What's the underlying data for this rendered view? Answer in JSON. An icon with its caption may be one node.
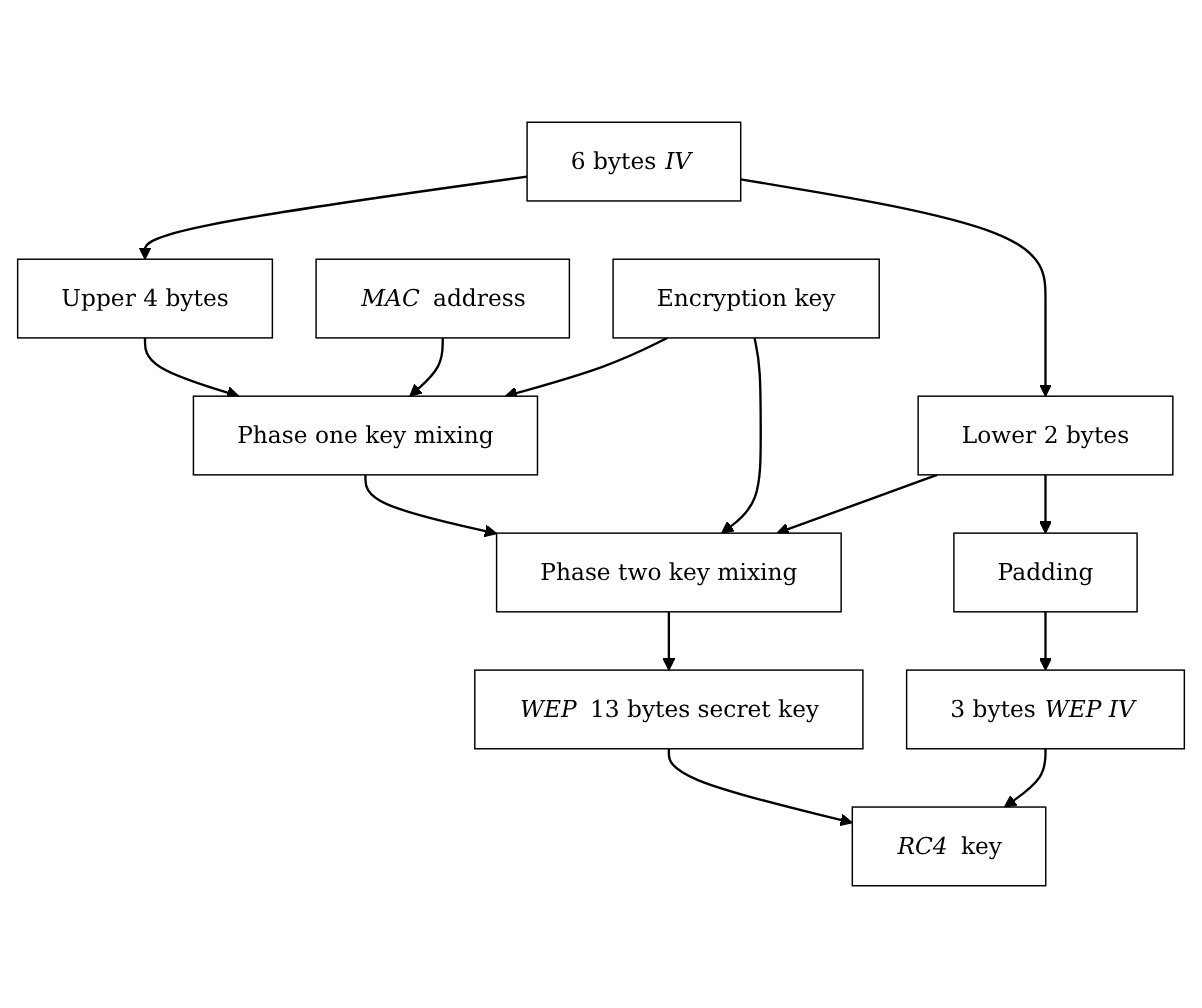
{
  "diagram": {
    "nodes": [
      {
        "text": [
          "6 bytes *IV*"
        ]
      },
      {
        "text": [
          "Upper 4 bytes"
        ]
      },
      {
        "text": [
          "Lower 2 bytes"
        ]
      },
      {
        "text": [
          "*MAC* address"
        ]
      },
      {
        "text": [
          "Encryption key"
        ]
      },
      {
        "text": [
          "Phase one key mixing"
        ]
      },
      {
        "text": [
          "Phase two key mixing"
        ]
      },
      {
        "text": [
          "Padding"
        ]
      },
      {
        "text": [
          "*WEP* 13 bytes secret key"
        ]
      },
      {
        "text": [
          "3 bytes *WEP IV*"
        ]
      },
      {
        "text": [
          "*RC4* key"
        ]
      }
    ],
    "edges": [
      {
        "from": 0,
        "to": 1,
        "arrow": "to"
      },
      {
        "from": 0,
        "to": 2,
        "arrow": "to"
      },
      {
        "from": 1,
        "to": 5,
        "arrow": "to"
      },
      {
        "from": 3,
        "to": 5,
        "arrow": "to"
      },
      {
        "from": 4,
        "to": 5,
        "arrow": "to"
      },
      {
        "from": 4,
        "to": 6,
        "arrow": "to"
      },
      {
        "from": 2,
        "to": 6,
        "arrow": "to"
      },
      {
        "from": 5,
        "to": 6,
        "arrow": "to"
      },
      {
        "from": 2,
        "to": 7,
        "arrow": "to"
      },
      {
        "from": 6,
        "to": 8,
        "arrow": "to"
      },
      {
        "from": 7,
        "to": 9,
        "arrow": "to"
      },
      {
        "from": 8,
        "to": 10,
        "arrow": "to"
      },
      {
        "from": 9,
        "to": 10,
        "arrow": "to"
      }
    ]
  }
}
